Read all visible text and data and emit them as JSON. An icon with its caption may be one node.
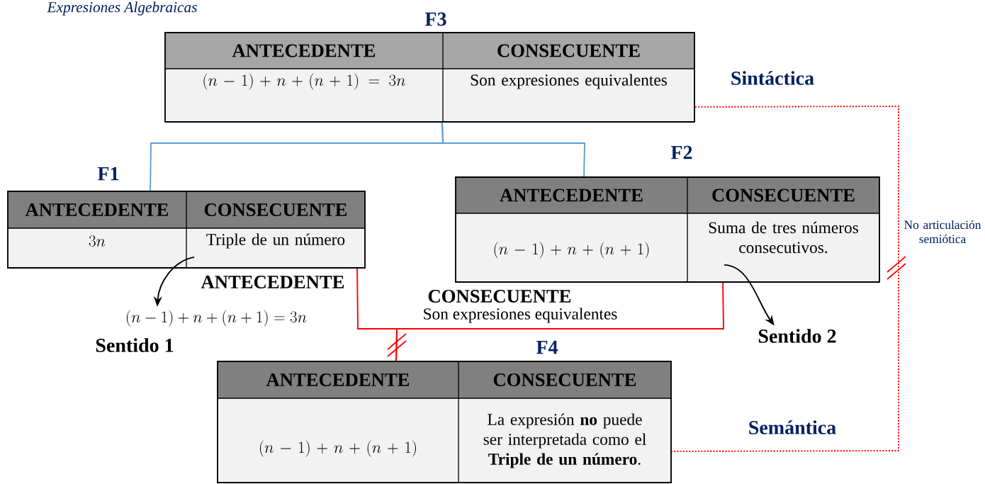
{
  "diagram": {
    "nodes": [
      {
        "text": [
          "F3",
          "ANTECEDENTE",
          "CONSECUENTE",
          "(n-1)+n+(n+1)=3n",
          "Son expresiones equivalentes"
        ]
      },
      {
        "text": [
          "F1",
          "ANTECEDENTE",
          "CONSECUENTE",
          "3n",
          "Triple de un número"
        ]
      },
      {
        "text": [
          "F2",
          "ANTECEDENTE",
          "CONSECUENTE",
          "(n-1)+n+(n+1)",
          "Suma de tres números consecutivos."
        ]
      },
      {
        "text": [
          "(n-1)+n+(n+1)=3n"
        ]
      },
      {
        "text": [
          "Sentido 2"
        ]
      },
      {
        "text": [
          "F4",
          "ANTECEDENTE",
          "CONSECUENTE",
          "(n-1)+n+(n+1)",
          "La expresión **no** puede ser interpretada como el **Triple de un número**."
        ]
      }
    ],
    "edges": [
      {
        "from": 0,
        "to": 1,
        "arrow": "none",
        "color": "#5b9bd5"
      },
      {
        "from": 0,
        "to": 2,
        "arrow": "none",
        "color": "#5b9bd5"
      },
      {
        "from": 1,
        "to": 5,
        "arrow": "none",
        "color": "#ff0000"
      },
      {
        "from": 2,
        "to": 5,
        "arrow": "none",
        "color": "#ff0000"
      },
      {
        "from": 0,
        "to": 5,
        "arrow": "none",
        "style": "dashed",
        "color": "#ff0000"
      },
      {
        "from": 1,
        "to": 3,
        "arrow": "to",
        "color": "#000000"
      },
      {
        "from": 2,
        "to": 4,
        "arrow": "to",
        "color": "#000000"
      }
    ],
    "labels": [
      "Expresiones Algebraicas",
      "Sintáctica",
      "No articulación semiótica",
      "ANTECEDENTE",
      "CONSECUENTE",
      "Son expresiones equivalentes",
      "Sentido 1",
      "Semántica"
    ]
  }
}
